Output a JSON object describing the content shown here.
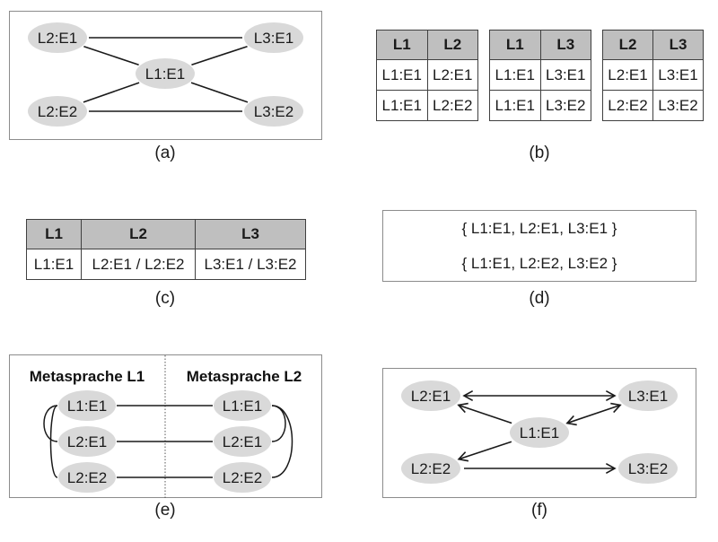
{
  "colors": {
    "node_fill": "#d9d9d9",
    "edge": "#1a1a1a",
    "frame": "#8c8c8c",
    "table_header": "#bfbfbf",
    "table_border": "#404040"
  },
  "panel_a": {
    "caption": "(a)",
    "nodes": [
      {
        "id": "L2E1",
        "label": "L2:E1"
      },
      {
        "id": "L3E1",
        "label": "L3:E1"
      },
      {
        "id": "L1E1",
        "label": "L1:E1"
      },
      {
        "id": "L2E2",
        "label": "L2:E2"
      },
      {
        "id": "L3E2",
        "label": "L3:E2"
      }
    ],
    "edges": [
      {
        "from": "L2E1",
        "to": "L3E1"
      },
      {
        "from": "L2E1",
        "to": "L1E1"
      },
      {
        "from": "L3E1",
        "to": "L1E1"
      },
      {
        "from": "L2E2",
        "to": "L1E1"
      },
      {
        "from": "L3E2",
        "to": "L1E1"
      },
      {
        "from": "L2E2",
        "to": "L3E2"
      }
    ]
  },
  "panel_b": {
    "caption": "(b)",
    "tables": [
      {
        "headers": [
          "L1",
          "L2"
        ],
        "rows": [
          [
            "L1:E1",
            "L2:E1"
          ],
          [
            "L1:E1",
            "L2:E2"
          ]
        ]
      },
      {
        "headers": [
          "L1",
          "L3"
        ],
        "rows": [
          [
            "L1:E1",
            "L3:E1"
          ],
          [
            "L1:E1",
            "L3:E2"
          ]
        ]
      },
      {
        "headers": [
          "L2",
          "L3"
        ],
        "rows": [
          [
            "L2:E1",
            "L3:E1"
          ],
          [
            "L2:E2",
            "L3:E2"
          ]
        ]
      }
    ]
  },
  "panel_c": {
    "caption": "(c)",
    "headers": [
      "L1",
      "L2",
      "L3"
    ],
    "rows": [
      [
        "L1:E1",
        "L2:E1 / L2:E2",
        "L3:E1 / L3:E2"
      ]
    ]
  },
  "panel_d": {
    "caption": "(d)",
    "sets": [
      "{ L1:E1, L2:E1, L3:E1 }",
      "{ L1:E1, L2:E2, L3:E2 }"
    ]
  },
  "panel_e": {
    "caption": "(e)",
    "column_titles": [
      "Metasprache L1",
      "Metasprache L2"
    ],
    "left_nodes": [
      "L1:E1",
      "L2:E1",
      "L2:E2"
    ],
    "right_nodes": [
      "L1:E1",
      "L2:E1",
      "L2:E2"
    ],
    "cross_edges": [
      [
        0,
        0
      ],
      [
        1,
        1
      ],
      [
        2,
        2
      ]
    ],
    "left_arcs": [
      [
        0,
        1
      ],
      [
        0,
        2
      ]
    ],
    "right_arcs": [
      [
        0,
        1
      ],
      [
        0,
        2
      ]
    ]
  },
  "panel_f": {
    "caption": "(f)",
    "nodes": [
      {
        "id": "L2E1",
        "label": "L2:E1"
      },
      {
        "id": "L3E1",
        "label": "L3:E1"
      },
      {
        "id": "L1E1",
        "label": "L1:E1"
      },
      {
        "id": "L2E2",
        "label": "L2:E2"
      },
      {
        "id": "L3E2",
        "label": "L3:E2"
      }
    ],
    "edges": [
      {
        "from": "L2E1",
        "to": "L3E1",
        "direction": "both"
      },
      {
        "from": "L1E1",
        "to": "L2E1",
        "direction": "forward"
      },
      {
        "from": "L1E1",
        "to": "L3E1",
        "direction": "both"
      },
      {
        "from": "L1E1",
        "to": "L2E2",
        "direction": "forward"
      },
      {
        "from": "L2E2",
        "to": "L3E2",
        "direction": "forward"
      }
    ]
  }
}
